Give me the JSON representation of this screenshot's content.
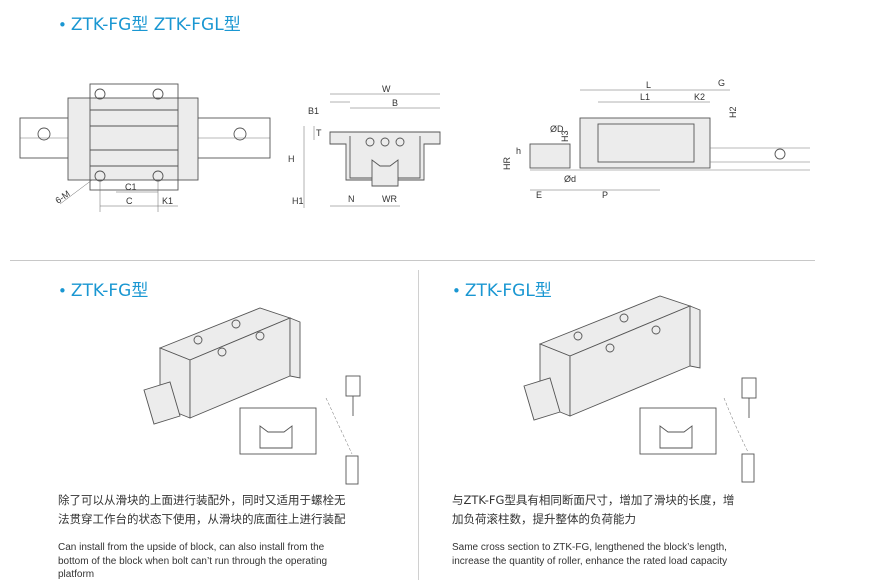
{
  "header": {
    "title": "ZTK-FG型 ZTK-FGL型"
  },
  "diagram_labels": {
    "top": {
      "six_m": "6-M",
      "c1": "C1",
      "c": "C",
      "k1": "K1"
    },
    "cross": {
      "b1": "B1",
      "w": "W",
      "b": "B",
      "t": "T",
      "h": "H",
      "h1": "H1",
      "n": "N",
      "wr": "WR"
    },
    "side": {
      "l": "L",
      "g": "G",
      "l1": "L1",
      "k2": "K2",
      "h2": "H2",
      "od": "ØD",
      "h3": "H3",
      "hr": "HR",
      "h_small": "h",
      "od2": "Ød",
      "e": "E",
      "p": "P"
    }
  },
  "left_section": {
    "title": "ZTK-FG型",
    "cn_text": [
      "除了可以从滑块的上面进行装配外，同时又适用于螺栓无",
      "法贯穿工作台的状态下使用，从滑块的底面往上进行装配"
    ],
    "en_text": [
      "Can install from the upside of block, can also install from the",
      "bottom of the block when bolt can’t run through the operating",
      "platform"
    ]
  },
  "right_section": {
    "title": "ZTK-FGL型",
    "cn_text": [
      "与ZTK-FG型具有相同断面尺寸，增加了滑块的长度，增",
      "加负荷滚柱数，提升整体的负荷能力"
    ],
    "en_text": [
      "Same cross section to ZTK-FG, lengthened the block’s length,",
      "increase the quantity of roller, enhance the rated load capacity"
    ]
  }
}
